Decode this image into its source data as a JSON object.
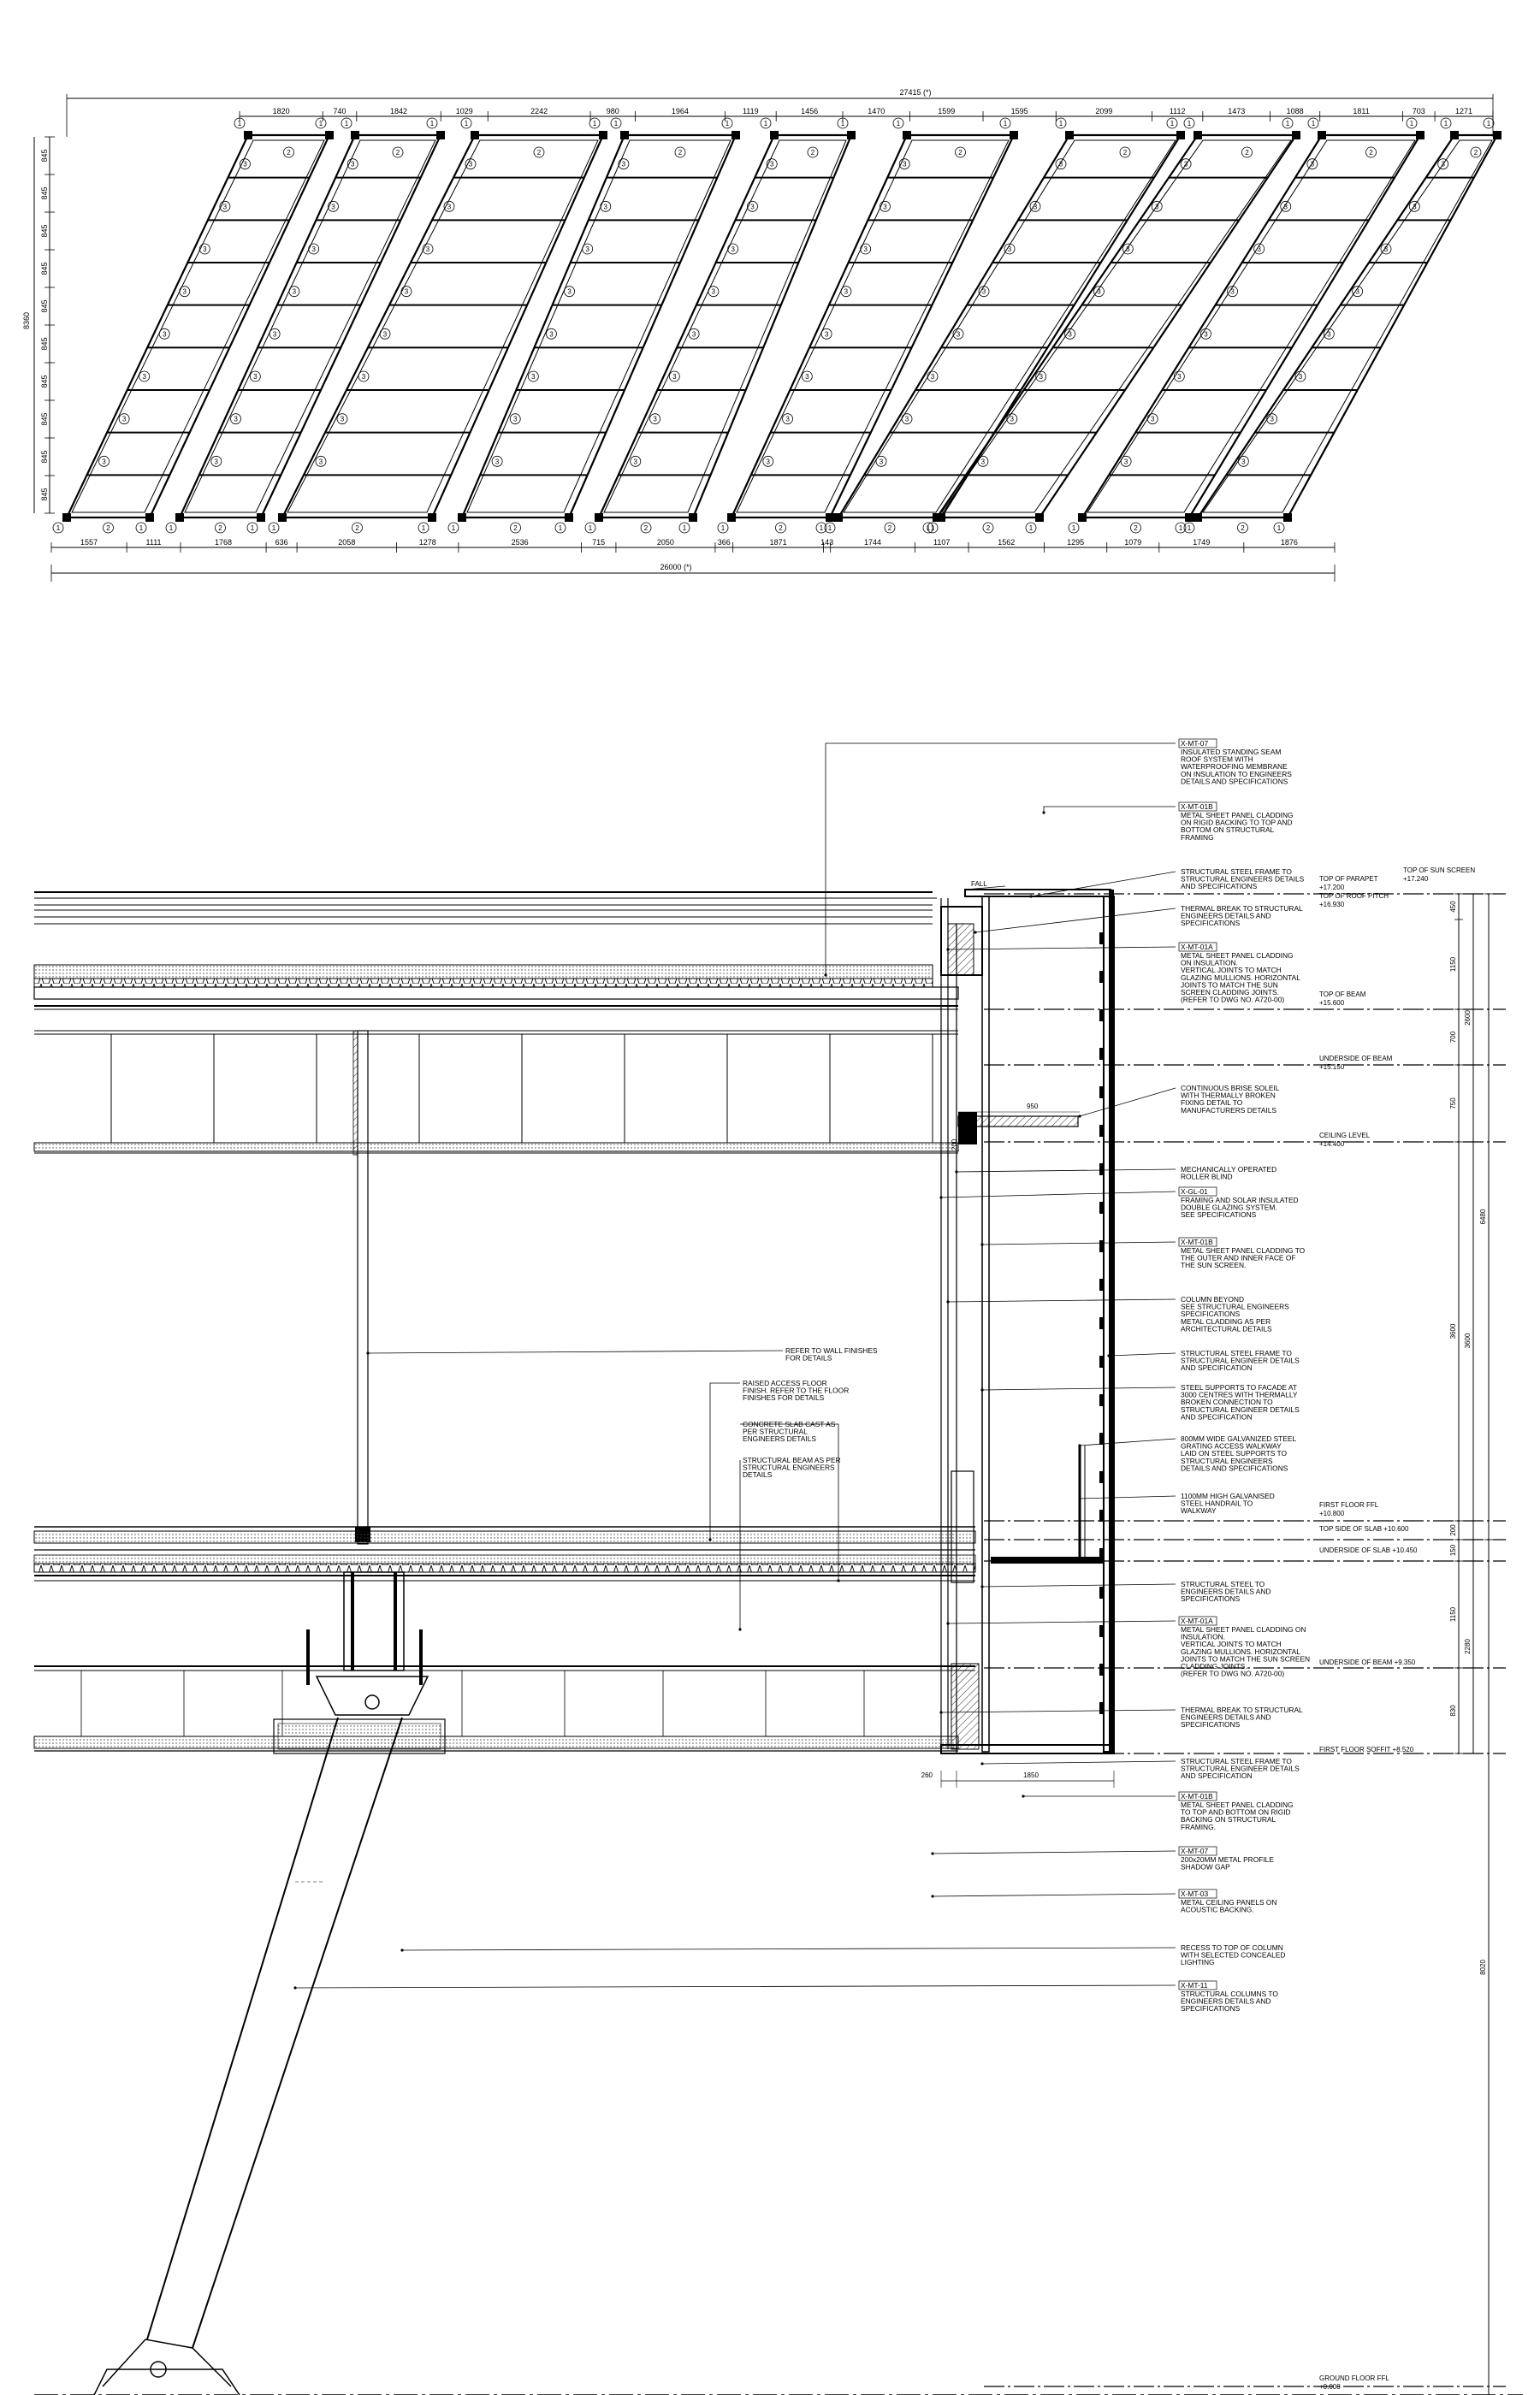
{
  "plan": {
    "overall_top": "27415 (*)",
    "overall_bottom": "26000 (*)",
    "height_dim": "8360",
    "top_dims": [
      "1820",
      "740",
      "1842",
      "1029",
      "2242",
      "980",
      "1964",
      "1119",
      "1456",
      "1470",
      "1599",
      "1595",
      "2099",
      "1112",
      "1473",
      "1088",
      "1811",
      "703",
      "1271"
    ],
    "bottom_dims": [
      "1557",
      "1111",
      "1768",
      "636",
      "2058",
      "1278",
      "2536",
      "715",
      "2050",
      "366",
      "1871",
      "143",
      "1744",
      "1107",
      "1562",
      "1295",
      "1079",
      "1749",
      "1876"
    ],
    "left_dims": [
      "845",
      "845",
      "845",
      "845",
      "845",
      "845",
      "845",
      "845",
      "845",
      "845"
    ],
    "bubble_labels": [
      "1",
      "2",
      "3"
    ]
  },
  "section": {
    "annotations": [
      {
        "tag": "X-MT-07",
        "lines": [
          "INSULATED STANDING SEAM",
          "ROOF SYSTEM WITH",
          "WATERPROOFING MEMBRANE",
          "ON INSULATION TO ENGINEERS",
          "DETAILS AND SPECIFICATIONS"
        ]
      },
      {
        "tag": "X-MT-01B",
        "lines": [
          "METAL SHEET PANEL CLADDING",
          "ON RIGID BACKING TO TOP AND",
          "BOTTOM ON STRUCTURAL",
          "FRAMING"
        ]
      },
      {
        "tag": "",
        "lines": [
          "STRUCTURAL STEEL FRAME TO",
          "STRUCTURAL ENGINEERS DETAILS",
          "AND SPECIFICATIONS"
        ]
      },
      {
        "tag": "",
        "lines": [
          "THERMAL BREAK TO STRUCTURAL",
          "ENGINEERS DETAILS AND",
          "SPECIFICATIONS"
        ]
      },
      {
        "tag": "X-MT-01A",
        "lines": [
          "METAL SHEET PANEL CLADDING",
          "ON INSULATION.",
          "VERTICAL JOINTS TO MATCH",
          "GLAZING MULLIONS. HORIZONTAL",
          "JOINTS TO MATCH THE SUN",
          "SCREEN CLADDING JOINTS.",
          "(REFER TO DWG NO. A720-00)"
        ]
      },
      {
        "tag": "",
        "lines": [
          "CONTINUOUS BRISE SOLEIL",
          "WITH THERMALLY BROKEN",
          "FIXING DETAIL TO",
          "MANUFACTURERS DETAILS"
        ]
      },
      {
        "tag": "",
        "lines": [
          "MECHANICALLY OPERATED",
          "ROLLER BLIND"
        ]
      },
      {
        "tag": "X-GL-01",
        "lines": [
          "FRAMING AND SOLAR INSULATED",
          "DOUBLE GLAZING SYSTEM.",
          "SEE SPECIFICATIONS"
        ]
      },
      {
        "tag": "X-MT-01B",
        "lines": [
          "METAL SHEET PANEL CLADDING TO",
          "THE OUTER AND INNER FACE OF",
          "THE SUN SCREEN."
        ]
      },
      {
        "tag": "",
        "lines": [
          "COLUMN BEYOND",
          "SEE STRUCTURAL ENGINEERS",
          "SPECIFICATIONS",
          "METAL CLADDING AS PER",
          "ARCHITECTURAL DETAILS"
        ]
      },
      {
        "tag": "",
        "lines": [
          "STRUCTURAL STEEL FRAME TO",
          "STRUCTURAL ENGINEER DETAILS",
          "AND SPECIFICATION"
        ]
      },
      {
        "tag": "",
        "lines": [
          "STEEL SUPPORTS TO FACADE AT",
          "3000 CENTRES WITH THERMALLY",
          "BROKEN CONNECTION TO",
          "STRUCTURAL ENGINEER DETAILS",
          "AND SPECIFICATION"
        ]
      },
      {
        "tag": "",
        "lines": [
          "800MM WIDE GALVANIZED STEEL",
          "GRATING ACCESS WALKWAY",
          "LAID ON STEEL SUPPORTS TO",
          "STRUCTURAL ENGINEERS",
          "DETAILS AND SPECIFICATIONS"
        ]
      },
      {
        "tag": "",
        "lines": [
          "1100MM HIGH GALVANISED",
          "STEEL HANDRAIL TO",
          "WALKWAY"
        ]
      },
      {
        "tag": "",
        "lines": [
          "STRUCTURAL STEEL TO",
          "ENGINEERS DETAILS AND",
          "SPECIFICATIONS"
        ]
      },
      {
        "tag": "X-MT-01A",
        "lines": [
          "METAL SHEET PANEL CLADDING ON",
          "INSULATION.",
          "VERTICAL JOINTS TO MATCH",
          "GLAZING MULLIONS. HORIZONTAL",
          "JOINTS TO MATCH THE SUN SCREEN",
          "CLADDING JOINTS.",
          "(REFER TO DWG NO. A720-00)"
        ]
      },
      {
        "tag": "",
        "lines": [
          "THERMAL BREAK TO STRUCTURAL",
          "ENGINEERS DETAILS AND",
          "SPECIFICATIONS"
        ]
      },
      {
        "tag": "",
        "lines": [
          "STRUCTURAL STEEL FRAME TO",
          "STRUCTURAL ENGINEER DETAILS",
          "AND SPECIFICATION"
        ]
      },
      {
        "tag": "X-MT-01B",
        "lines": [
          "METAL SHEET PANEL CLADDING",
          "TO TOP AND BOTTOM ON RIGID",
          "BACKING ON STRUCTURAL",
          "FRAMING."
        ]
      },
      {
        "tag": "X-MT-07",
        "lines": [
          "200x20MM METAL PROFILE",
          "SHADOW GAP"
        ]
      },
      {
        "tag": "X-MT-03",
        "lines": [
          "METAL CEILING PANELS ON",
          "ACOUSTIC BACKING."
        ]
      },
      {
        "tag": "",
        "lines": [
          "RECESS TO TOP OF COLUMN",
          "WITH SELECTED CONCEALED",
          "LIGHTING"
        ]
      },
      {
        "tag": "X-MT-11",
        "lines": [
          "STRUCTURAL COLUMNS TO",
          "ENGINEERS DETAILS AND",
          "SPECIFICATIONS"
        ]
      }
    ],
    "mid_notes": [
      {
        "lines": [
          "REFER TO WALL FINISHES",
          "FOR DETAILS"
        ]
      },
      {
        "lines": [
          "RAISED ACCESS FLOOR",
          "FINISH. REFER TO THE FLOOR",
          "FINISHES FOR DETAILS"
        ]
      },
      {
        "lines": [
          "CONCRETE SLAB CAST AS",
          "PER STRUCTURAL",
          "ENGINEERS DETAILS"
        ]
      },
      {
        "lines": [
          "STRUCTURAL BEAM AS PER",
          "STRUCTURAL ENGINEERS",
          "DETAILS"
        ]
      }
    ],
    "levels": [
      {
        "lines": [
          "TOP OF PARAPET",
          "+17.200",
          "TOP OF ROOF PITCH",
          "+16.930"
        ]
      },
      {
        "lines": [
          "TOP OF SUN SCREEN",
          "+17.240"
        ]
      },
      {
        "lines": [
          "TOP OF BEAM",
          "+15.600"
        ]
      },
      {
        "lines": [
          "UNDERSIDE OF BEAM",
          "+15.150"
        ]
      },
      {
        "lines": [
          "CEILING LEVEL",
          "+14.400"
        ]
      },
      {
        "lines": [
          "FIRST FLOOR FFL",
          "+10.800"
        ]
      },
      {
        "lines": [
          "TOP SIDE OF SLAB +10.600"
        ]
      },
      {
        "lines": [
          "UNDERSIDE OF SLAB +10.450"
        ]
      },
      {
        "lines": [
          "UNDERSIDE OF BEAM +9.350"
        ]
      },
      {
        "lines": [
          "FIRST FLOOR SOFFIT +8.520"
        ]
      },
      {
        "lines": [
          "GROUND FLOOR FFL",
          "+0.000"
        ]
      }
    ],
    "vert_dims": {
      "fine": [
        "450",
        "1150",
        "700",
        "750",
        "3600",
        "200",
        "150",
        "1150",
        "830"
      ],
      "mid": [
        "2600",
        "3600",
        "2280"
      ],
      "coarse": [
        "6480",
        "8020"
      ]
    },
    "detail_dims": {
      "fall": "FALL",
      "brise": "950",
      "brise_h": "200",
      "walk_gap": "260",
      "walk_w": "1850"
    }
  }
}
